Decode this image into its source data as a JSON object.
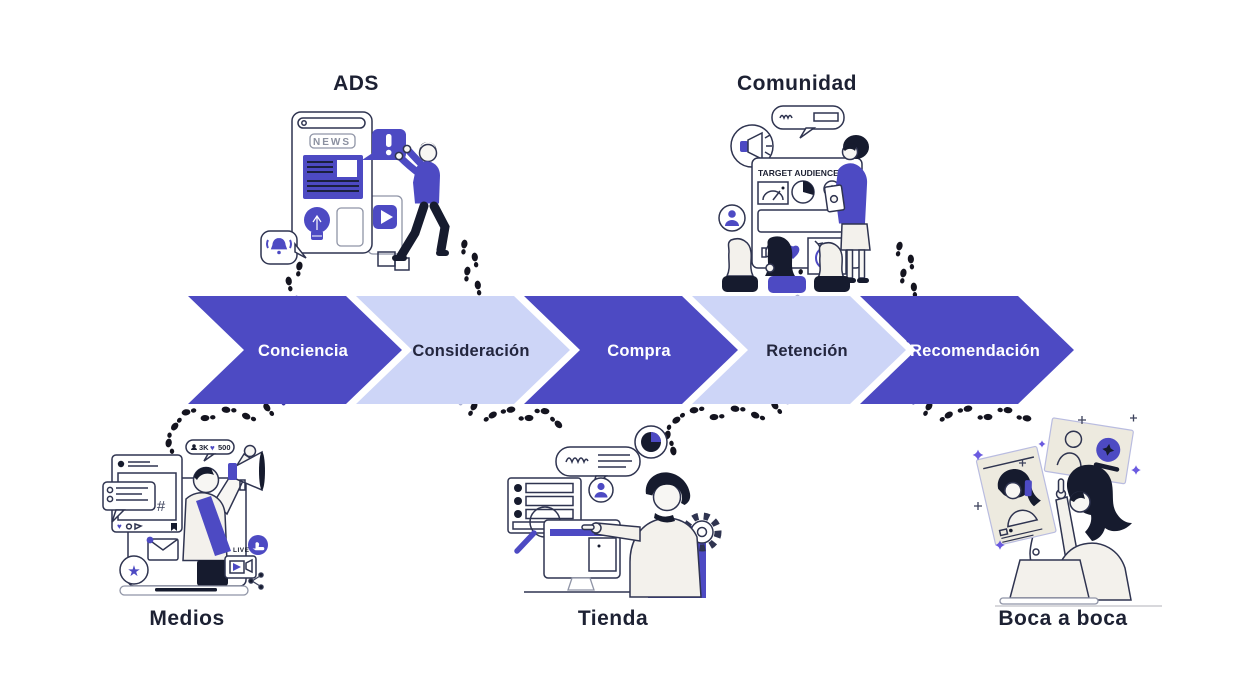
{
  "palette": {
    "primary": "#4d4ac3",
    "light_stage": "#cdd5f7",
    "ink": "#161b2e",
    "heading": "#1d2133",
    "footprint_black": "#14141f",
    "footprint_on_dark": "#37349f",
    "footprint_on_light": "#aab1d4",
    "card_beige": "#edeadf",
    "background": "#ffffff"
  },
  "funnel": {
    "stages": [
      {
        "label": "Conciencia",
        "variant": "dark"
      },
      {
        "label": "Consideración",
        "variant": "light"
      },
      {
        "label": "Compra",
        "variant": "dark"
      },
      {
        "label": "Retención",
        "variant": "light"
      },
      {
        "label": "Recomendación",
        "variant": "dark"
      }
    ]
  },
  "touchpoints": {
    "ads": {
      "label": "ADS",
      "news_tag": "NEWS"
    },
    "comunidad": {
      "label": "Comunidad",
      "board_title": "TARGET AUDIENCE"
    },
    "medios": {
      "label": "Medios",
      "stats": {
        "followers": "3K",
        "likes": "500"
      },
      "live_badge": "LIVE",
      "hashtag": "#"
    },
    "tienda": {
      "label": "Tienda"
    },
    "boca_a_boca": {
      "label": "Boca a boca"
    }
  },
  "icons": [
    "bell-icon",
    "exclamation-icon",
    "play-icon",
    "lightbulb-icon",
    "search-icon",
    "news-chip",
    "megaphone-icon",
    "pie-chart-icon",
    "gauge-icon",
    "target-dart-icon",
    "thumbs-up-icon",
    "heart-icon",
    "user-icon",
    "envelope-icon",
    "star-icon",
    "live-video-icon",
    "share-icon",
    "bookmark-icon",
    "magnifier-icon",
    "gear-icon",
    "sparkle-icon",
    "footprints"
  ]
}
